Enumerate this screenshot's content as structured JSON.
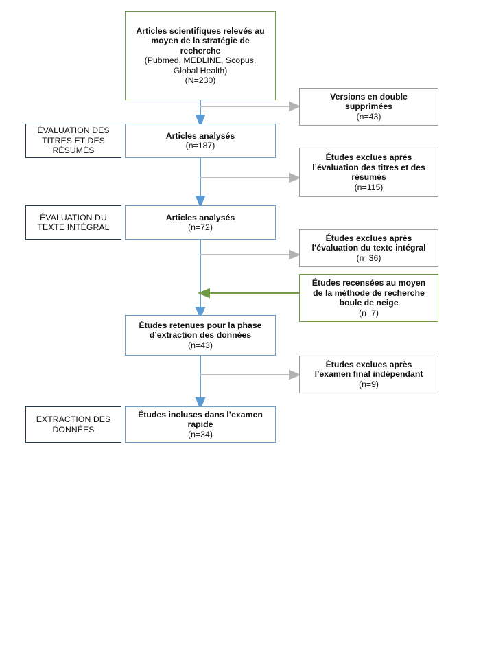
{
  "diagram": {
    "title": "Diagramme de flux PRISMA - examen rapide",
    "language": "fr",
    "colors": {
      "green_border": "#6f9a46",
      "blue_border": "#6f9fc6",
      "gray_border": "#9a9a9a",
      "dark_border": "#23384f",
      "blue_arrow": "#5b9bd5",
      "gray_arrow": "#bfbfbf",
      "green_arrow": "#6f9a46",
      "text": "#111111",
      "background": "#ffffff"
    }
  },
  "stage_labels": [
    {
      "id": "stage-titles-abstracts",
      "lines": [
        "ÉVALUATION DES",
        "TITRES ET  DES",
        "RÉSUMÉS"
      ]
    },
    {
      "id": "stage-full-text",
      "lines": [
        "ÉVALUATION DU",
        "TEXTE INTÉGRAL"
      ]
    },
    {
      "id": "stage-data-extraction",
      "lines": [
        "EXTRACTION DES",
        "DONNÉES"
      ]
    }
  ],
  "main_flow": [
    {
      "id": "identification",
      "border": "green",
      "bold_lines": [
        "Articles scientifiques relevés au",
        "moyen de la stratégie de",
        "recherche"
      ],
      "normal_lines": [
        "(Pubmed, MEDLINE, Scopus,",
        "Global Health)",
        "(N=230)"
      ],
      "count_label": "(N=230)",
      "count": 230
    },
    {
      "id": "screened-titles",
      "border": "blue",
      "bold_lines": [
        "Articles analysés"
      ],
      "normal_lines": [
        "(n=187)"
      ],
      "count_label": "(n=187)",
      "count": 187
    },
    {
      "id": "screened-fulltext",
      "border": "blue",
      "bold_lines": [
        "Articles analysés"
      ],
      "normal_lines": [
        "(n=72)"
      ],
      "count_label": "(n=72)",
      "count": 72
    },
    {
      "id": "retained-extraction",
      "border": "blue",
      "bold_lines": [
        "Études retenues pour la phase",
        "d’extraction des données"
      ],
      "normal_lines": [
        "(n=43)"
      ],
      "count_label": "(n=43)",
      "count": 43
    },
    {
      "id": "included-rapid-review",
      "border": "blue",
      "bold_lines": [
        "Études incluses dans l’examen",
        "rapide"
      ],
      "normal_lines": [
        "(n=34)"
      ],
      "count_label": "(n=34)",
      "count": 34
    }
  ],
  "side_boxes": [
    {
      "id": "duplicates-removed",
      "border": "gray",
      "bold_lines": [
        "Versions en double",
        "supprimées"
      ],
      "normal_lines": [
        "(n=43)"
      ],
      "count_label": "(n=43)",
      "count": 43
    },
    {
      "id": "excluded-titles-abstracts",
      "border": "gray",
      "bold_lines": [
        "Études exclues après",
        "l’évaluation des titres et des",
        "résumés"
      ],
      "normal_lines": [
        "(n=115)"
      ],
      "count_label": "(n=115)",
      "count": 115
    },
    {
      "id": "excluded-fulltext",
      "border": "gray",
      "bold_lines": [
        "Études exclues après",
        "l’évaluation du texte intégral"
      ],
      "normal_lines": [
        "(n=36)"
      ],
      "count_label": "(n=36)",
      "count": 36
    },
    {
      "id": "snowball-search",
      "border": "green",
      "bold_lines": [
        "Études recensées au moyen",
        "de la  méthode de recherche",
        "boule de neige"
      ],
      "normal_lines": [
        "(n=7)"
      ],
      "count_label": "(n=7)",
      "count": 7
    },
    {
      "id": "excluded-final-review",
      "border": "gray",
      "bold_lines": [
        "Études exclues après",
        "l’examen final indépendant"
      ],
      "normal_lines": [
        "(n=9)"
      ],
      "count_label": "(n=9)",
      "count": 9
    }
  ]
}
